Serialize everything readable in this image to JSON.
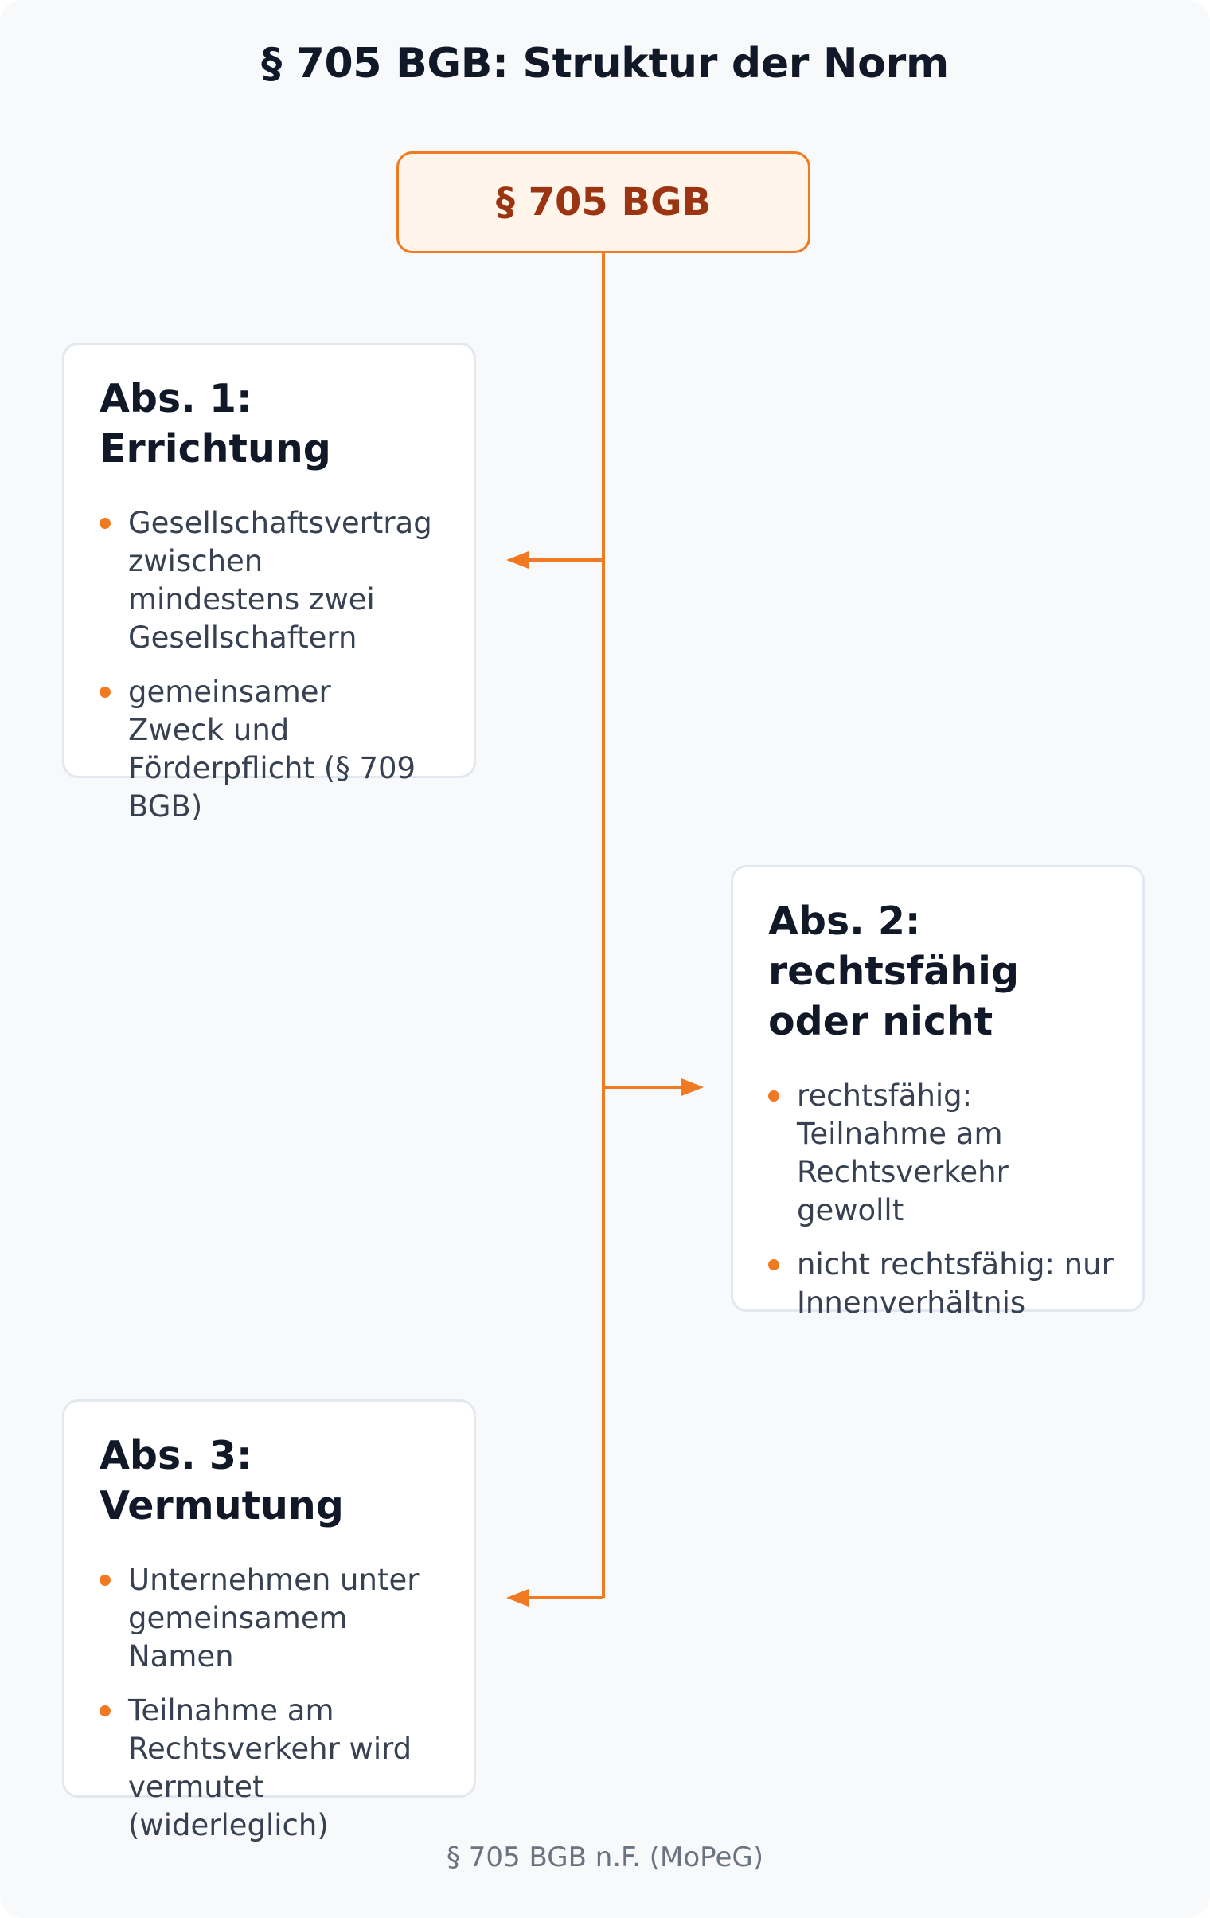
{
  "title": "§ 705 BGB: Struktur der Norm",
  "root": {
    "label": "§ 705 BGB"
  },
  "sections": [
    {
      "title": "Abs. 1: Errichtung",
      "bullets": [
        "Gesellschaftsvertrag zwischen mindestens zwei Gesellschaftern",
        "gemeinsamer Zweck und Förderpflicht (§ 709 BGB)"
      ]
    },
    {
      "title": "Abs. 2: rechtsfähig oder nicht",
      "bullets": [
        "rechtsfähig: Teilnahme am Rechtsverkehr gewollt",
        "nicht rechtsfähig: nur Innenverhältnis"
      ]
    },
    {
      "title": "Abs. 3: Vermutung",
      "bullets": [
        "Unternehmen unter gemeinsamem Namen",
        "Teilnahme am Rechtsverkehr wird vermutet (widerleglich)"
      ]
    }
  ],
  "footer": "§ 705 BGB n.F. (MoPeG)",
  "colors": {
    "accent": "#f07a22",
    "accent_dark": "#9a3412",
    "root_fill": "#fff5eb",
    "card_border": "#e3e7ee",
    "background": "#f8f9fb"
  }
}
